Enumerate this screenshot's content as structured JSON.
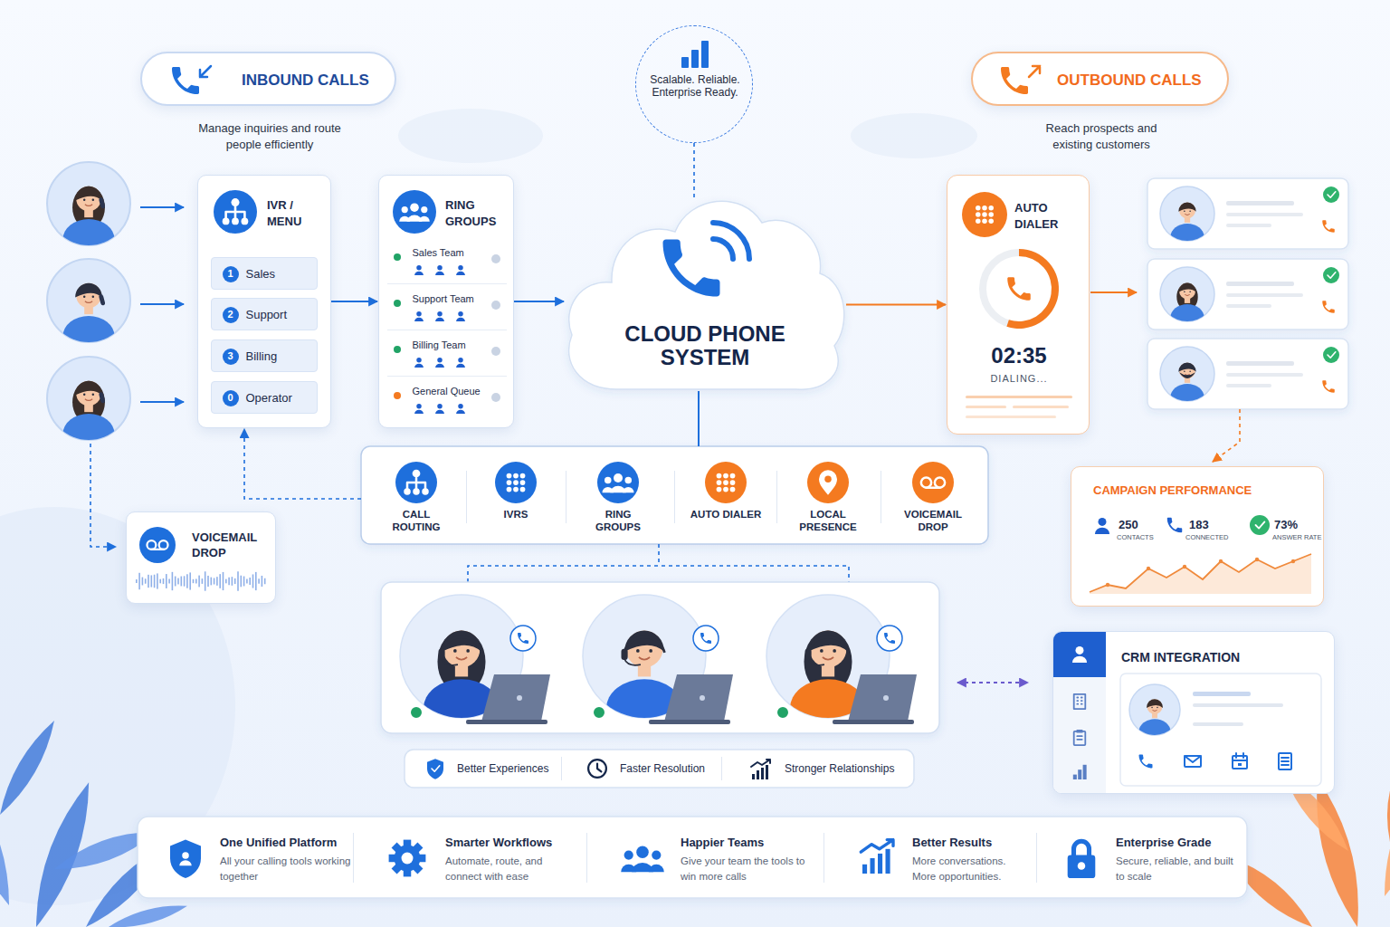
{
  "diagram": {
    "nodes": [
      {
        "text": [
          "INBOUND CALLS",
          "Manage inquiries and route people efficiently"
        ]
      },
      {
        "text": [
          "Scalable. Reliable. Enterprise Ready."
        ]
      },
      {
        "text": [
          "OUTBOUND CALLS",
          "Reach prospects and existing customers"
        ]
      },
      {
        "text": [
          "IVR / MENU"
        ]
      },
      {
        "text": [
          "1",
          "Sales"
        ],
        "in": 3
      },
      {
        "text": [
          "2",
          "Support"
        ],
        "in": 3
      },
      {
        "text": [
          "3",
          "Billing"
        ],
        "in": 3
      },
      {
        "text": [
          "0",
          "Operator"
        ],
        "in": 3
      },
      {
        "text": [
          "RING GROUPS"
        ]
      },
      {
        "text": [
          "Sales Team"
        ],
        "in": 8
      },
      {
        "text": [
          "Support Team"
        ],
        "in": 8
      },
      {
        "text": [
          "Billing Team"
        ],
        "in": 8
      },
      {
        "text": [
          "General Queue"
        ],
        "in": 8
      },
      {
        "text": [
          "CLOUD PHONE SYSTEM"
        ]
      },
      {
        "text": [
          "AUTO DIALER",
          "02:35",
          "DIALING..."
        ]
      },
      {
        "text": [
          "CALL ROUTING"
        ]
      },
      {
        "text": [
          "IVRS"
        ]
      },
      {
        "text": [
          "RING GROUPS"
        ]
      },
      {
        "text": [
          "AUTO DIALER"
        ]
      },
      {
        "text": [
          "LOCAL PRESENCE"
        ]
      },
      {
        "text": [
          "VOICEMAIL DROP"
        ]
      },
      {
        "text": [
          "VOICEMAIL DROP"
        ]
      },
      {
        "text": [
          "CAMPAIGN PERFORMANCE",
          "250",
          "CONTACTS",
          "183",
          "CONNECTED",
          "73%",
          "ANSWER RATE"
        ]
      },
      {
        "text": [
          "CRM INTEGRATION"
        ]
      },
      {
        "text": [
          "One Unified Platform",
          "All your calling tools working together"
        ]
      },
      {
        "text": [
          "Smarter Workflows",
          "Automate, route, and connect with ease"
        ]
      },
      {
        "text": [
          "Happier Teams",
          "Give your team the tools to win more calls"
        ]
      },
      {
        "text": [
          "Better Results",
          "More conversations. More opportunities."
        ]
      },
      {
        "text": [
          "Enterprise Grade",
          "Secure, reliable, and built to scale"
        ]
      }
    ],
    "edges": [
      {
        "from": 3,
        "to": 8,
        "arrow": "to"
      },
      {
        "from": 8,
        "to": 13,
        "arrow": "to"
      },
      {
        "from": 13,
        "to": 14,
        "arrow": "to"
      },
      {
        "from": 1,
        "to": 13,
        "arrow": "none"
      },
      {
        "from": 15,
        "to": 3,
        "arrow": "to"
      }
    ],
    "labels": [
      "Better Experiences",
      "Faster Resolution",
      "Stronger Relationships"
    ]
  }
}
